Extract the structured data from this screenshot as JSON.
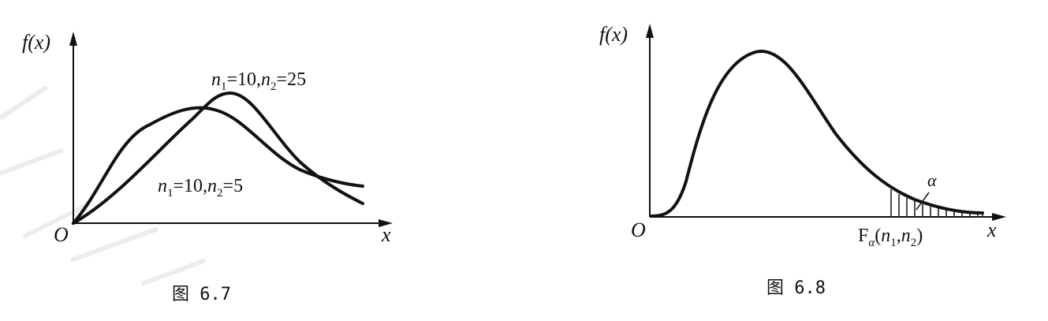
{
  "figure_left": {
    "y_label": "f(x)",
    "x_label": "x",
    "origin": "O",
    "curve_a_label": {
      "n1": "n",
      "n1_sub": "1",
      "eq1": "=10,",
      "n2": "n",
      "n2_sub": "2",
      "eq2": "=25"
    },
    "curve_b_label": {
      "n1": "n",
      "n1_sub": "1",
      "eq1": "=10,",
      "n2": "n",
      "n2_sub": "2",
      "eq2": "=5"
    },
    "caption": "图 6.7"
  },
  "figure_right": {
    "y_label": "f(x)",
    "x_label": "x",
    "origin": "O",
    "alpha_label": "α",
    "quantile_label": {
      "F": "F",
      "sub": "α",
      "args_open": "(",
      "n1": "n",
      "n1_sub": "1",
      "comma": ",",
      "n2": "n",
      "n2_sub": "2",
      "args_close": ")"
    },
    "caption": "图 6.8"
  }
}
